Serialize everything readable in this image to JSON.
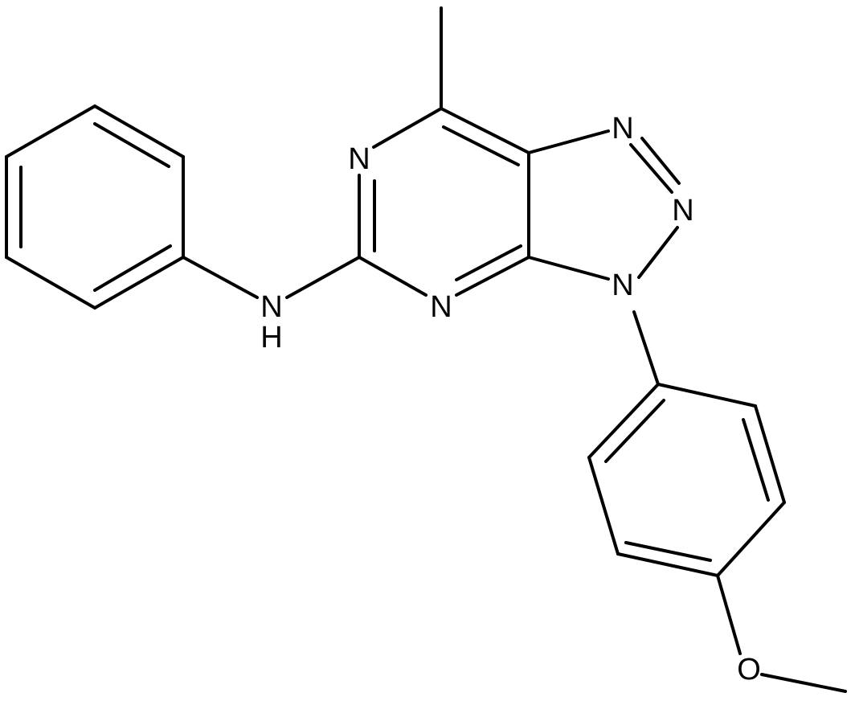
{
  "atoms": [
    {
      "id": "a_n_top",
      "text": "N"
    },
    {
      "id": "a_n_bottom",
      "text": "N"
    },
    {
      "id": "a_n_tri1",
      "text": "N"
    },
    {
      "id": "a_n_tri2",
      "text": "N"
    },
    {
      "id": "a_n_tri3",
      "text": "N"
    },
    {
      "id": "a_nh_n",
      "text": "N"
    },
    {
      "id": "a_nh_h",
      "text": "H"
    },
    {
      "id": "a_o",
      "text": "O"
    }
  ],
  "colors": {
    "bond": "#000000",
    "label": "#000000",
    "background": "#ffffff"
  }
}
